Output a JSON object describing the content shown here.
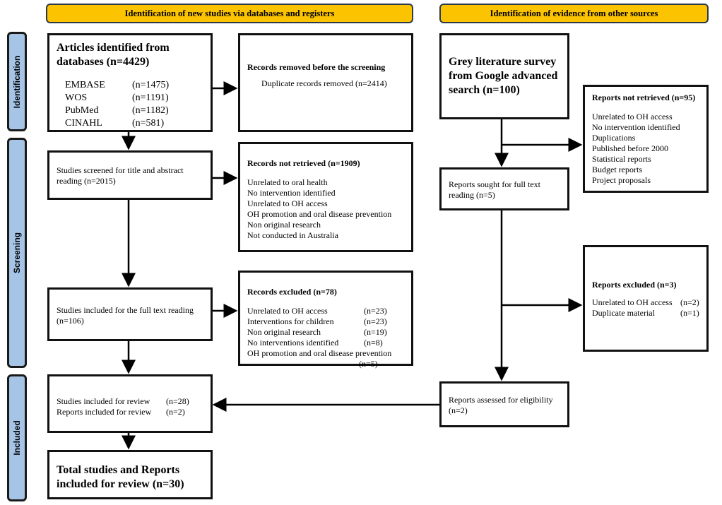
{
  "headers": {
    "left": "Identification of new studies via databases and registers",
    "right": "Identification of evidence from other sources"
  },
  "phases": [
    "Identification",
    "Screening",
    "Included"
  ],
  "databases": {
    "title": "Articles identified from databases (n=4429)",
    "items": [
      {
        "name": "EMBASE",
        "n": "(n=1475)"
      },
      {
        "name": "WOS",
        "n": "(n=1191)"
      },
      {
        "name": "PubMed",
        "n": "(n=1182)"
      },
      {
        "name": "CINAHL",
        "n": "(n=581)"
      }
    ]
  },
  "removed": {
    "title": "Records removed before the screening",
    "text": "Duplicate records removed (n=2414)"
  },
  "screened": {
    "text": "Studies screened for title and abstract reading (n=2015)"
  },
  "not_retrieved": {
    "title": "Records not retrieved (n=1909)",
    "items": [
      "Unrelated to oral health",
      "No intervention identified",
      "Unrelated to OH access",
      "OH promotion and oral disease prevention",
      "Non original research",
      "Not conducted in Australia"
    ]
  },
  "full_text": {
    "text": "Studies included for the full text reading (n=106)"
  },
  "excluded": {
    "title": "Records excluded (n=78)",
    "items": [
      {
        "label": "Unrelated to OH access",
        "n": "(n=23)"
      },
      {
        "label": "Interventions for children",
        "n": "(n=23)"
      },
      {
        "label": "Non original research",
        "n": "(n=19)"
      },
      {
        "label": "No interventions identified",
        "n": "(n=8)"
      },
      {
        "label": "OH promotion and oral disease prevention",
        "n": "(n=5)"
      }
    ]
  },
  "included": {
    "items": [
      {
        "label": "Studies included for review",
        "n": "(n=28)"
      },
      {
        "label": "Reports included for review",
        "n": "(n=2)"
      }
    ]
  },
  "total": {
    "text": "Total studies and Reports included for review (n=30)"
  },
  "grey": {
    "text": "Grey literature survey from Google advanced search (n=100)"
  },
  "reports_not_retrieved": {
    "title": "Reports not retrieved (n=95)",
    "items": [
      "Unrelated to OH access",
      "No intervention identified",
      "Duplications",
      "Published before 2000",
      "Statistical reports",
      "Budget reports",
      "Project proposals"
    ]
  },
  "sought": {
    "text": "Reports sought for full text reading (n=5)"
  },
  "reports_excluded": {
    "title": "Reports excluded (n=3)",
    "items": [
      {
        "label": "Unrelated to OH access",
        "n": "(n=2)"
      },
      {
        "label": "Duplicate material",
        "n": "(n=1)"
      }
    ]
  },
  "assessed": {
    "text": "Reports assessed for eligibility (n=2)"
  },
  "colors": {
    "header": "#fbc300",
    "phase": "#a6c4e6",
    "border": "#111111"
  }
}
